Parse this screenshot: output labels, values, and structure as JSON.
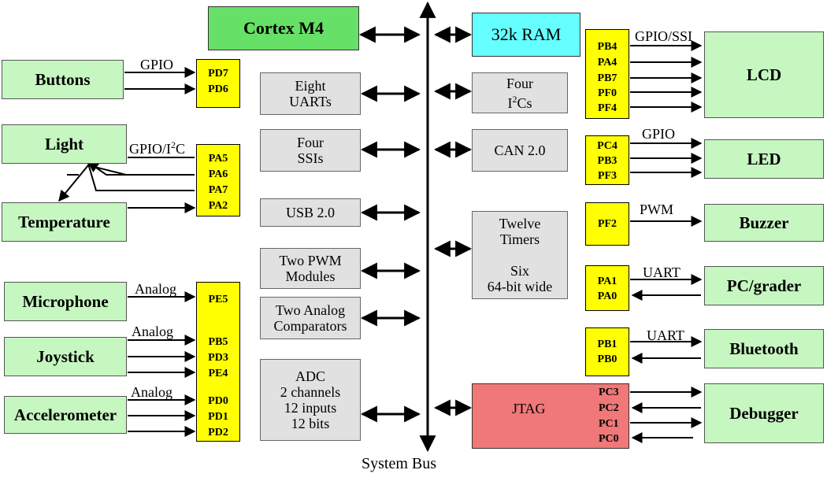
{
  "cpu": {
    "label": "Cortex M4",
    "bus_label": "System Bus"
  },
  "memory": {
    "ram": "32k RAM"
  },
  "peripherals": {
    "uarts": [
      "Eight",
      "UARTs"
    ],
    "ssis": [
      "Four",
      "SSIs"
    ],
    "usb": "USB 2.0",
    "pwm": [
      "Two PWM",
      "Modules"
    ],
    "comparators": [
      "Two Analog",
      "Comparators"
    ],
    "adc": [
      "ADC",
      "2 channels",
      "12 inputs",
      "12 bits"
    ],
    "i2c": {
      "pre": "Four",
      "mid": "I",
      "sup": "2",
      "post": "Cs"
    },
    "can": "CAN 2.0",
    "timers": [
      "Twelve",
      "Timers",
      "Six",
      "64-bit wide"
    ],
    "jtag": "JTAG"
  },
  "left_devices": {
    "buttons": "Buttons",
    "light": "Light",
    "temperature": "Temperature",
    "microphone": "Microphone",
    "joystick": "Joystick",
    "accelerometer": "Accelerometer"
  },
  "right_devices": {
    "lcd": "LCD",
    "led": "LED",
    "buzzer": "Buzzer",
    "pc_grader": "PC/grader",
    "bluetooth": "Bluetooth",
    "debugger": "Debugger"
  },
  "signals": {
    "gpio": "GPIO",
    "gpio_i2c": {
      "pre": "GPIO/I",
      "sup": "2",
      "post": "C"
    },
    "analog": "Analog",
    "gpio_ssi": "GPIO/SSI",
    "pwm": "PWM",
    "uart": "UART"
  },
  "ports": {
    "buttons": [
      "PD7",
      "PD6"
    ],
    "light_temp": [
      "PA5",
      "PA6",
      "PA7",
      "PA2"
    ],
    "analog_mic": [
      "PE5"
    ],
    "analog_joy": [
      "PB5",
      "PD3",
      "PE4"
    ],
    "analog_acc": [
      "PD0",
      "PD1",
      "PD2"
    ],
    "lcd": [
      "PB4",
      "PA4",
      "PB7",
      "PF0",
      "PF4"
    ],
    "led": [
      "PC4",
      "PB3",
      "PF3"
    ],
    "buzzer": [
      "PF2"
    ],
    "uart_pc": [
      "PA1",
      "PA0"
    ],
    "uart_bt": [
      "PB1",
      "PB0"
    ],
    "jtag": [
      "PC3",
      "PC2",
      "PC1",
      "PC0"
    ]
  },
  "colors": {
    "cpu": "#66e066",
    "ram": "#66ffff",
    "device": "#c6f7c1",
    "peripheral": "#e1e1e1",
    "port": "#ffff00",
    "jtag": "#f07878"
  }
}
